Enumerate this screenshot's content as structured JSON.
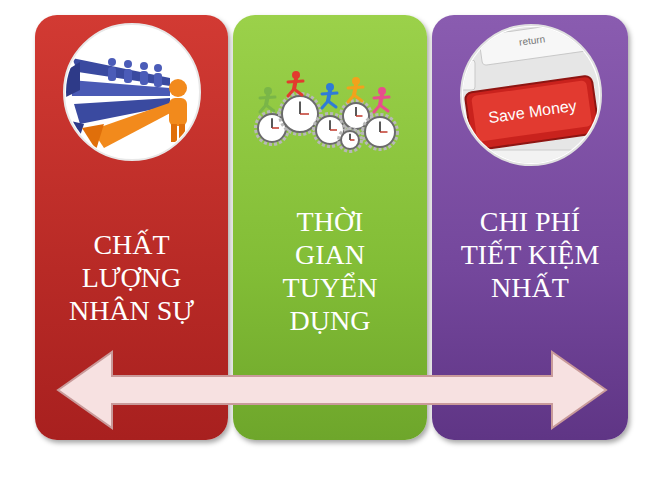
{
  "diagram": {
    "nodes": [
      {
        "text": [
          "CHẤT LƯỢNG NHÂN SỰ"
        ]
      },
      {
        "text": [
          "THỜI GIAN TUYỂN DỤNG"
        ]
      },
      {
        "text": [
          "CHI PHÍ TIẾT KIỆM NHẤT"
        ]
      }
    ],
    "labels": [
      "Save Money",
      "return"
    ]
  }
}
